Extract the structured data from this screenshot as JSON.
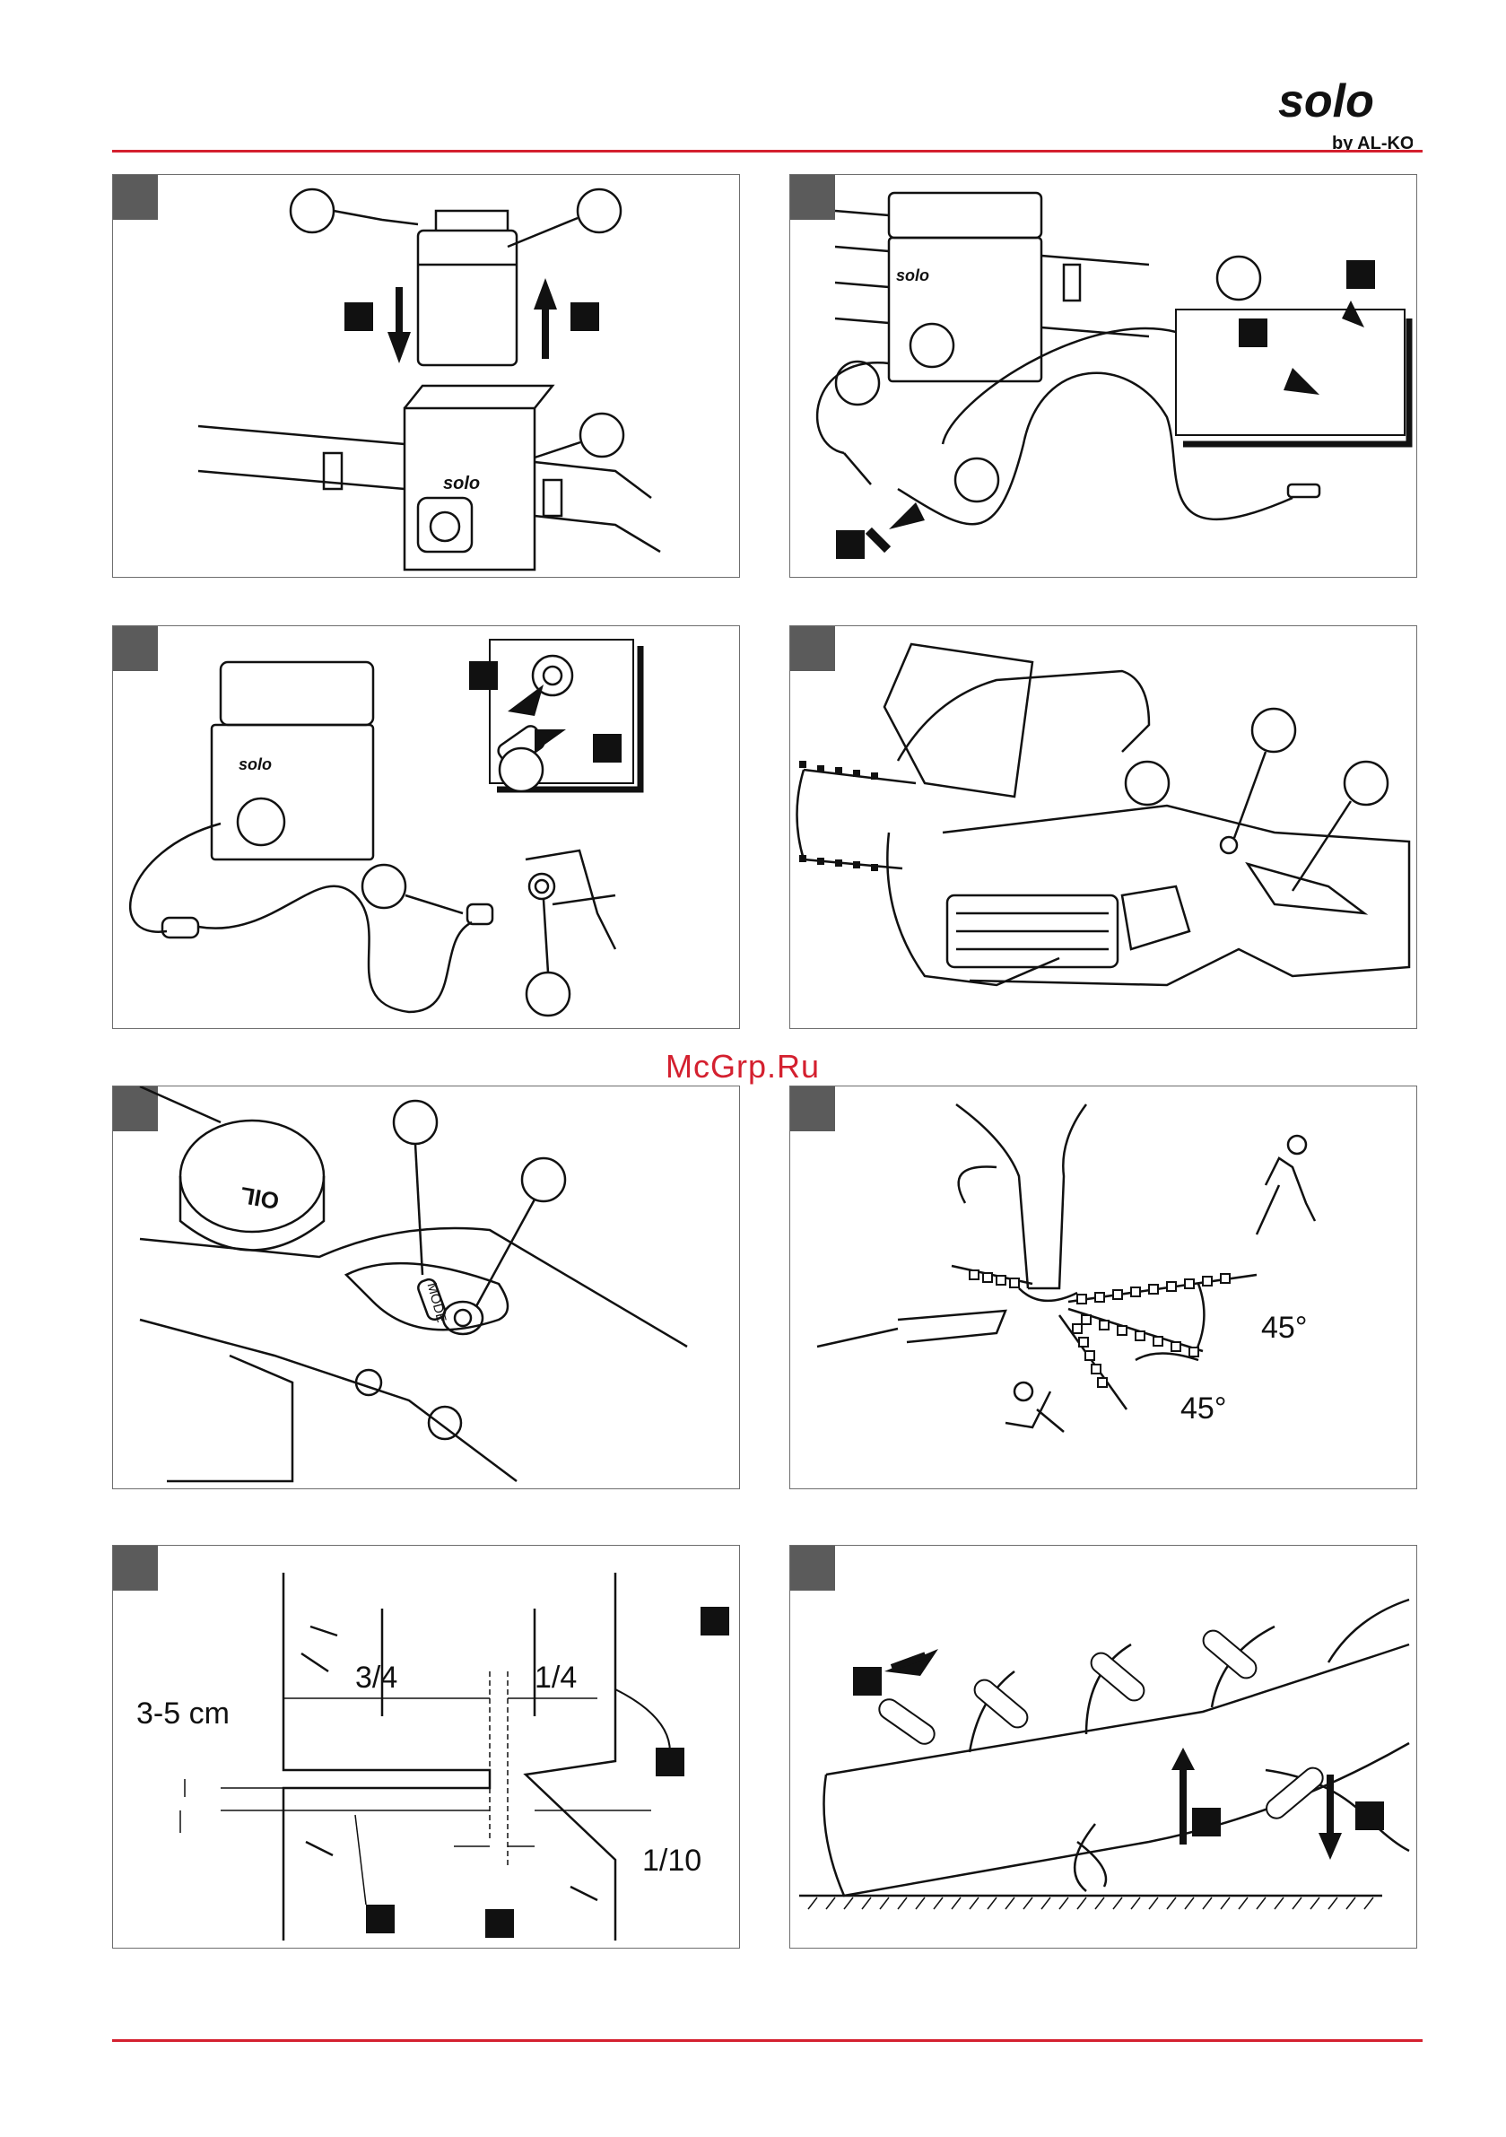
{
  "header": {
    "brand": "solo",
    "brand_sub": "by AL-KO",
    "accent_color": "#d4202f"
  },
  "watermark": "McGrp.Ru",
  "panels": {
    "p5": {
      "label_oil": "OIL",
      "label_mode": "MODE"
    },
    "p6": {
      "angle_1": "45°",
      "angle_2": "45°"
    },
    "p7": {
      "dim_3_4": "3/4",
      "dim_1_4": "1/4",
      "dim_depth": "3-5 cm",
      "dim_1_10": "1/10"
    }
  }
}
